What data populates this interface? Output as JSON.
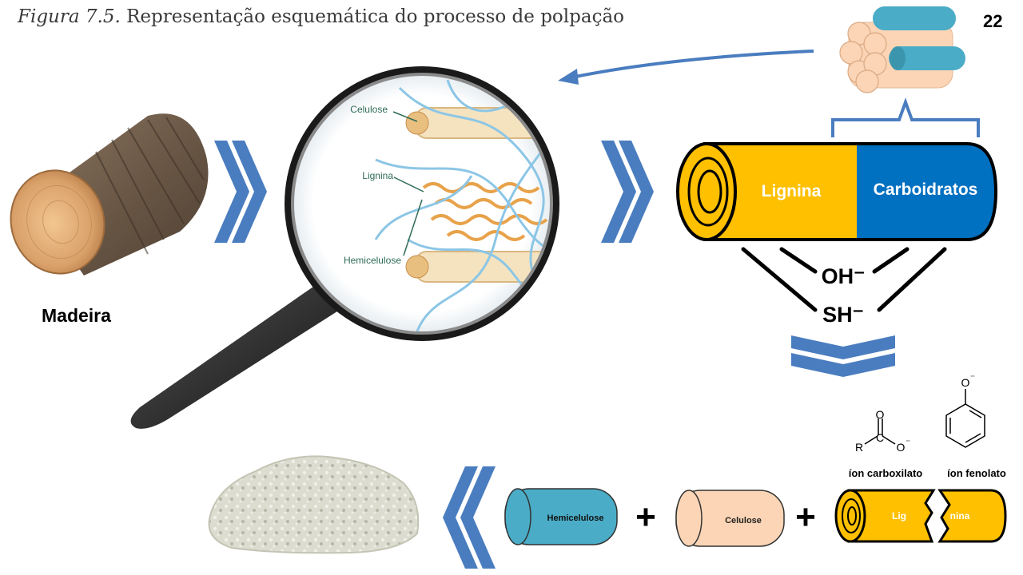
{
  "caption": {
    "figure": "Figura 7.5.",
    "title": "Representação esquemática do processo de polpação"
  },
  "page_number": "22",
  "wood": {
    "label": "Madeira"
  },
  "magnifier": {
    "labels": [
      "Celulose",
      "Lignina",
      "Hemicelulose"
    ]
  },
  "fiber": {
    "lignin_label": "Lignina",
    "carbohydrate_label": "Carboidratos"
  },
  "reagents": {
    "hydroxide": "OH⁻",
    "hydrosulfide": "SH⁻"
  },
  "chemistry": {
    "carboxylate": {
      "label": "íon carboxilato",
      "atoms": [
        "O",
        "R",
        "C",
        "O",
        "⁻"
      ]
    },
    "phenolate": {
      "label": "íon fenolato",
      "atoms": [
        "O",
        "⁻"
      ]
    }
  },
  "products": {
    "hemicellulose": "Hemicelulose",
    "cellulose": "Celulose",
    "broken_lignin_left": "Lig",
    "broken_lignin_right": "nina",
    "plus_1": "+",
    "plus_2": "+"
  },
  "colors": {
    "arrow_blue": "#4a7dbf",
    "lignin_yellow": "#ffc000",
    "carbohydrate_blue": "#0070c0",
    "hemicellulose_teal": "#4aacc6",
    "cellulose_peach": "#fbd5b5"
  }
}
